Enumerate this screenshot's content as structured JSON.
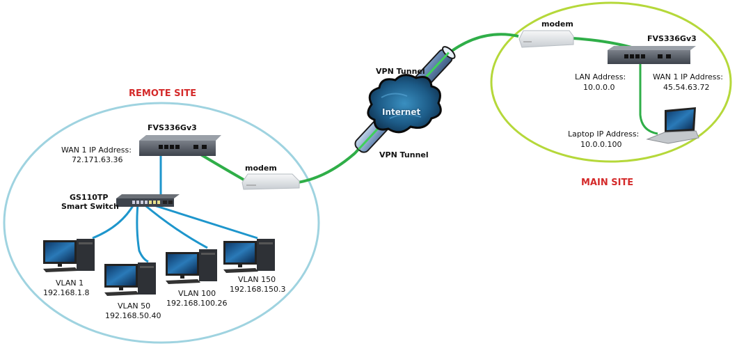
{
  "sites": {
    "remote": {
      "title": "REMOTE SITE",
      "firewall": {
        "model": "FVS336Gv3",
        "wan_label": "WAN 1 IP Address:",
        "wan_ip": "72.171.63.36"
      },
      "switch": {
        "model": "GS110TP",
        "type": "Smart Switch"
      },
      "modem_label": "modem",
      "hosts": [
        {
          "vlan": "VLAN 1",
          "ip": "192.168.1.8"
        },
        {
          "vlan": "VLAN 50",
          "ip": "192.168.50.40"
        },
        {
          "vlan": "VLAN 100",
          "ip": "192.168.100.26"
        },
        {
          "vlan": "VLAN 150",
          "ip": "192.168.150.3"
        }
      ]
    },
    "main": {
      "title": "MAIN SITE",
      "modem_label": "modem",
      "firewall": {
        "model": "FVS336Gv3",
        "lan_label": "LAN Address:",
        "lan_ip": "10.0.0.0",
        "wan_label": "WAN 1 IP Address:",
        "wan_ip": "45.54.63.72"
      },
      "laptop": {
        "label": "Laptop IP Address:",
        "ip": "10.0.0.100"
      }
    }
  },
  "internet": {
    "label": "Internet",
    "tunnel_label_top": "VPN Tunnel",
    "tunnel_label_bottom": "VPN Tunnel"
  },
  "colors": {
    "remote_ellipse": "#9fd3e0",
    "main_ellipse": "#b5d83a",
    "lan_cable": "#1e96cc",
    "wan_cable": "#2fae48",
    "site_title": "#d42a2a"
  }
}
